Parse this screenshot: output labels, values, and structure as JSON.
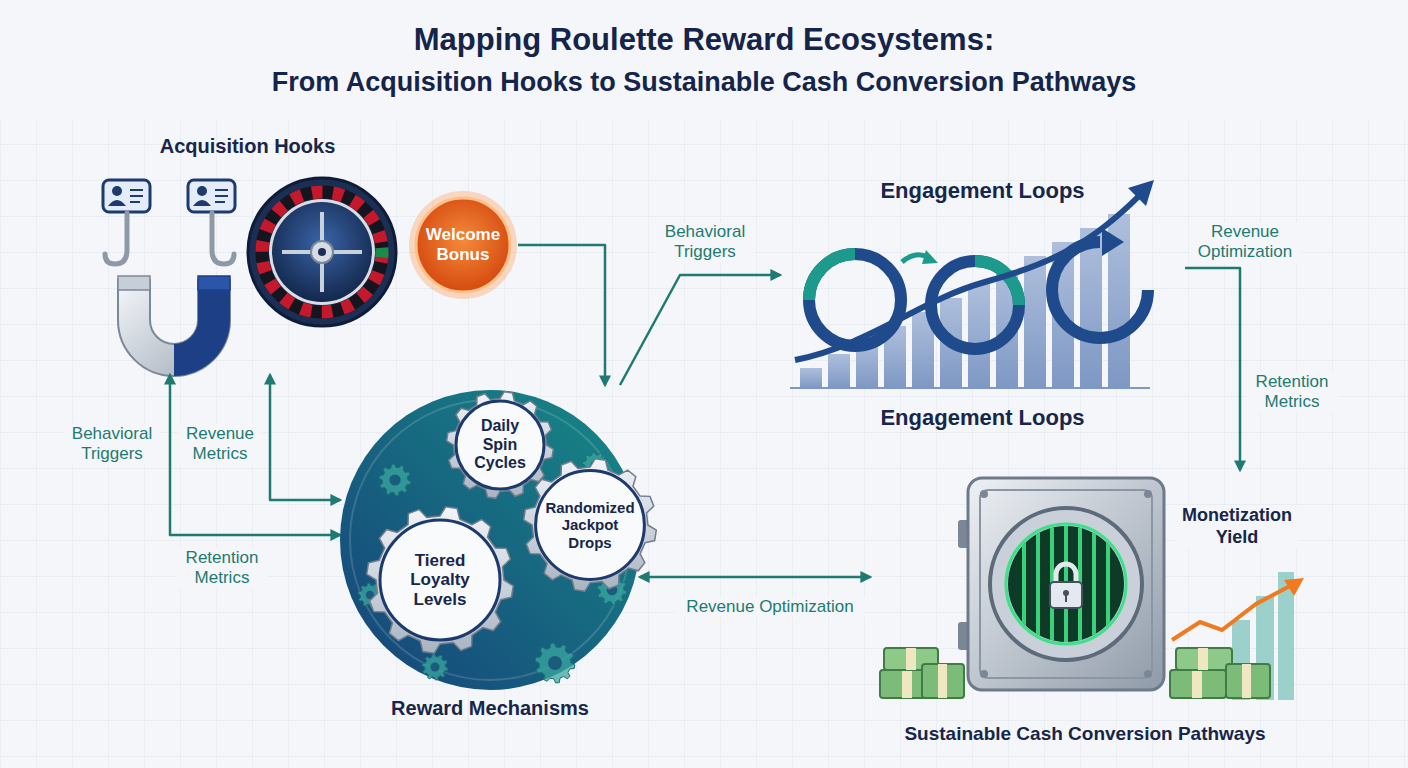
{
  "diagram": {
    "title": "Mapping Roulette Reward Ecosystems:",
    "nodes": [
      {
        "text": [
          "Acquisition Hooks"
        ]
      },
      {
        "text": [
          "Welcome Bonus"
        ]
      },
      {
        "text": [
          "Engagement Loops",
          "Engagement Loops"
        ]
      },
      {
        "text": [
          "Reward Mechanisms"
        ]
      },
      {
        "text": [
          "Daily Spin Cycles"
        ],
        "in": 3
      },
      {
        "text": [
          "Randomized Jackpot Drops"
        ],
        "in": 3
      },
      {
        "text": [
          "Tiered Loyalty Levels"
        ],
        "in": 3
      },
      {
        "text": [
          "Sustainable Cash Conversion Pathways"
        ]
      }
    ],
    "edges": [
      {
        "from": 1,
        "to": 3,
        "arrow": "to"
      },
      {
        "from": 3,
        "to": 2,
        "arrow": "to",
        "label": "Behavioral Triggers"
      },
      {
        "from": 2,
        "to": 7,
        "arrow": "to",
        "label": "Revenue Optimization"
      },
      {
        "from": 3,
        "to": 7,
        "arrow": "both",
        "label": "Revenue Optimization"
      },
      {
        "from": 3,
        "to": 0,
        "arrow": "both",
        "label": "Revenue Metrics"
      },
      {
        "from": 3,
        "to": 0,
        "arrow": "both",
        "label": "Behavioral Triggers"
      }
    ],
    "labels": [
      "From Acquisition Hooks to Sustainable Cash Conversion Pathways",
      "Retention Metrics",
      "Monetization Yield",
      "Retention Metrics"
    ]
  }
}
